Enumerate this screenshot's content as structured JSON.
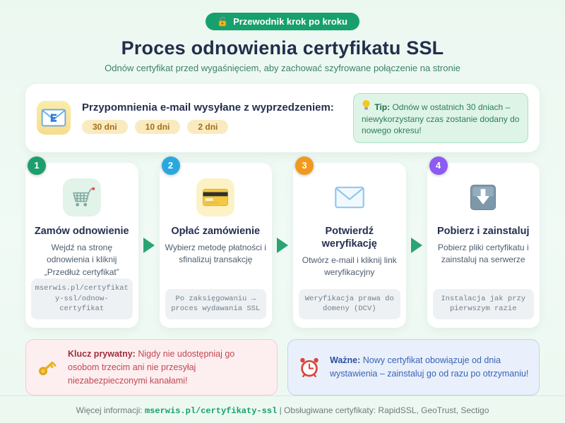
{
  "page": {
    "badge_label": "Przewodnik krok po kroku",
    "title": "Proces odnowienia certyfikatu SSL",
    "subtitle": "Odnów certyfikat przed wygaśnięciem, aby zachować szyfrowane połączenie na stronie"
  },
  "reminder": {
    "title": "Przypomnienia e-mail wysyłane z wyprzedzeniem:",
    "pills": [
      "30 dni",
      "10 dni",
      "2 dni"
    ],
    "tip_label": "Tip:",
    "tip_text": "Odnów w ostatnich 30 dniach – niewykorzystany czas zostanie dodany do nowego okresu!"
  },
  "steps": [
    {
      "number": "1",
      "title": "Zamów odnowienie",
      "description": "Wejdź na stronę odnowienia i kliknij „Przedłuż certyfikat”",
      "note": "mserwis.pl/certyfikaty-ssl/odnow-certyfikat",
      "icon": "cart-icon"
    },
    {
      "number": "2",
      "title": "Opłać zamówienie",
      "description": "Wybierz metodę płatności i sfinalizuj transakcję",
      "note": "Po zaksięgowaniu → proces wydawania SSL",
      "icon": "credit-card-icon"
    },
    {
      "number": "3",
      "title": "Potwierdź weryfikację",
      "description": "Otwórz e-mail i kliknij link weryfikacyjny",
      "note": "Weryfikacja prawa do domeny (DCV)",
      "icon": "envelope-icon"
    },
    {
      "number": "4",
      "title": "Pobierz i zainstaluj",
      "description": "Pobierz pliki certyfikatu i zainstaluj na serwerze",
      "note": "Instalacja jak przy pierwszym razie",
      "icon": "download-icon"
    }
  ],
  "alerts": {
    "private_key": {
      "label": "Klucz prywatny:",
      "text": "Nigdy nie udostępniaj go osobom trzecim ani nie przesyłaj niezabezpieczonymi kanałami!",
      "icon": "key-icon"
    },
    "important": {
      "label": "Ważne:",
      "text": "Nowy certyfikat obowiązuje od dnia wystawienia – zainstaluj go od razu po otrzymaniu!",
      "icon": "alarm-clock-icon"
    }
  },
  "footer": {
    "more_label": "Więcej informacji:",
    "link": "mserwis.pl/certyfikaty-ssl",
    "separator": "|",
    "supported": "Obsługiwane certyfikaty: RapidSSL, GeoTrust, Sectigo"
  },
  "colors": {
    "accent_green": "#17a06d",
    "arrow_green": "#2aa571",
    "step1_badge": "#1d9e6d",
    "step2_badge": "#29a8df",
    "step3_badge": "#f1991d",
    "step4_badge": "#8d5bf2",
    "tip_bg": "#def4e7",
    "pill_bg": "#faeabf",
    "warning_text": "#bf4a52",
    "info_text": "#3a63b5",
    "title_navy": "#232e4c"
  }
}
